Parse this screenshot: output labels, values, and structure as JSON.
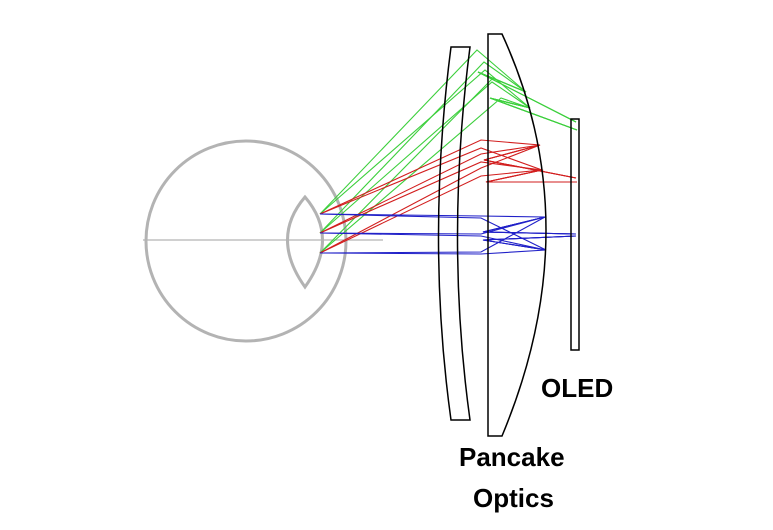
{
  "labels": {
    "oled": "OLED",
    "pancake_line1": "Pancake",
    "pancake_line2": "Optics"
  },
  "colors": {
    "eye": "#b3b3b3",
    "lens": "#000000",
    "green_rays": "#3ccf3c",
    "red_rays": "#d21e1e",
    "blue_rays": "#2020c8"
  }
}
